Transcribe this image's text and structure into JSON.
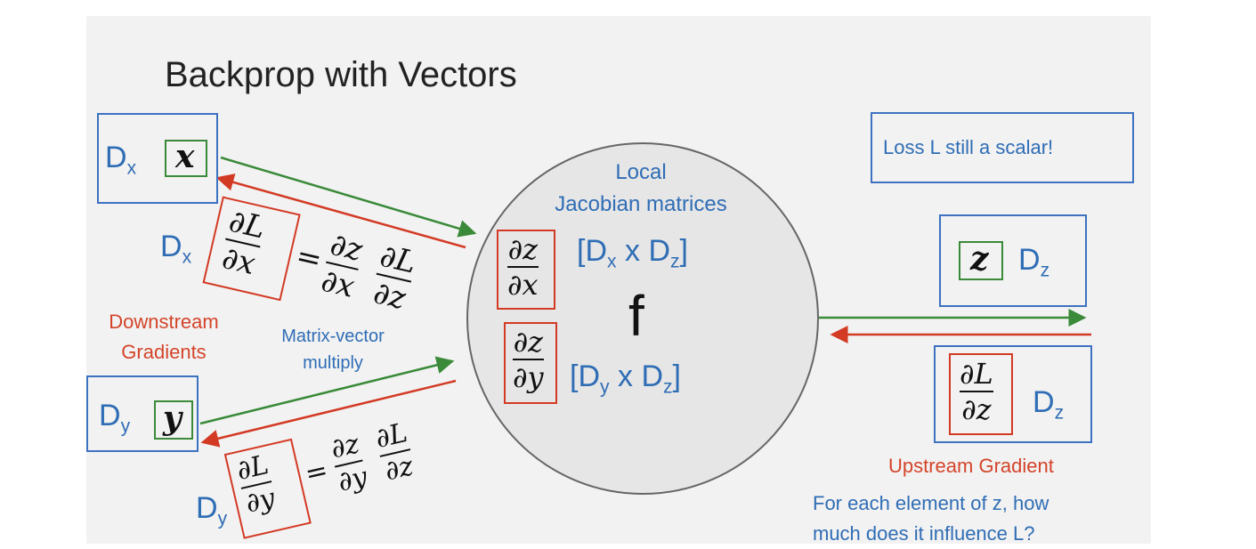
{
  "title": "Backprop with Vectors",
  "labels": {
    "dx": "D",
    "dx_sub": "x",
    "dy": "D",
    "dy_sub": "y",
    "dz": "D",
    "dz_sub": "z",
    "x_var": "x",
    "y_var": "y",
    "z_var": "z",
    "f": "f"
  },
  "circle": {
    "heading_line1": "Local",
    "heading_line2": "Jacobian matrices",
    "jac_x_dims": "[D",
    "jac_x_dims_sub1": "x",
    "jac_x_dims_mid": " x D",
    "jac_x_dims_sub2": "z",
    "jac_x_dims_end": "]",
    "jac_y_dims": "[D",
    "jac_y_dims_sub1": "y",
    "jac_y_dims_mid": " x D",
    "jac_y_dims_sub2": "z",
    "jac_y_dims_end": "]"
  },
  "fractions": {
    "dz": "∂z",
    "dx": "∂x",
    "dy": "∂y",
    "dL": "∂L",
    "eq": "="
  },
  "annotations": {
    "downstream_line1": "Downstream",
    "downstream_line2": "Gradients",
    "matrix_line1": "Matrix-vector",
    "matrix_line2": "multiply",
    "loss_note": "Loss L still a scalar!",
    "upstream": "Upstream Gradient",
    "upstream_q1": "For each element of z, how",
    "upstream_q2": "much does it influence L?"
  },
  "colors": {
    "blue": "#2f6db5",
    "red": "#d4442a",
    "green": "#3a8a3a",
    "circle_fill": "#e6e6e6"
  }
}
